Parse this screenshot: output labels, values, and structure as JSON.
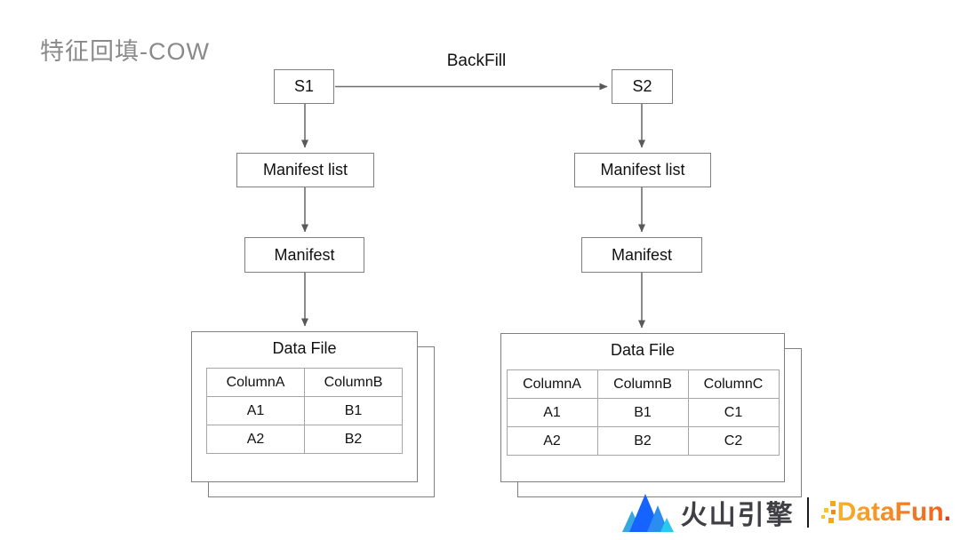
{
  "title": "特征回填-COW",
  "backfill_label": "BackFill",
  "left": {
    "snapshot": "S1",
    "manifest_list": "Manifest list",
    "manifest": "Manifest",
    "datafile": {
      "title": "Data File",
      "headers": [
        "ColumnA",
        "ColumnB"
      ],
      "rows": [
        [
          "A1",
          "B1"
        ],
        [
          "A2",
          "B2"
        ]
      ]
    }
  },
  "right": {
    "snapshot": "S2",
    "manifest_list": "Manifest list",
    "manifest": "Manifest",
    "datafile": {
      "title": "Data File",
      "headers": [
        "ColumnA",
        "ColumnB",
        "ColumnC"
      ],
      "rows": [
        [
          "A1",
          "B1",
          "C1"
        ],
        [
          "A2",
          "B2",
          "C2"
        ]
      ]
    }
  },
  "footer": {
    "volc_text": "火山引擎",
    "datafun_text": "DataFun",
    "datafun_period": "."
  },
  "colors": {
    "title_gray": "#8a8a8a",
    "box_border": "#7f7f7f",
    "table_border": "#a6a6a6",
    "arrow": "#6e6e6e",
    "volc_blue_dark": "#1664ff",
    "volc_blue_mid": "#2b8df0",
    "volc_blue_light": "#35a8e0",
    "volc_cyan": "#29c8f0",
    "datafun_orange": "#f0821e",
    "datafun_red": "#e23a22"
  }
}
